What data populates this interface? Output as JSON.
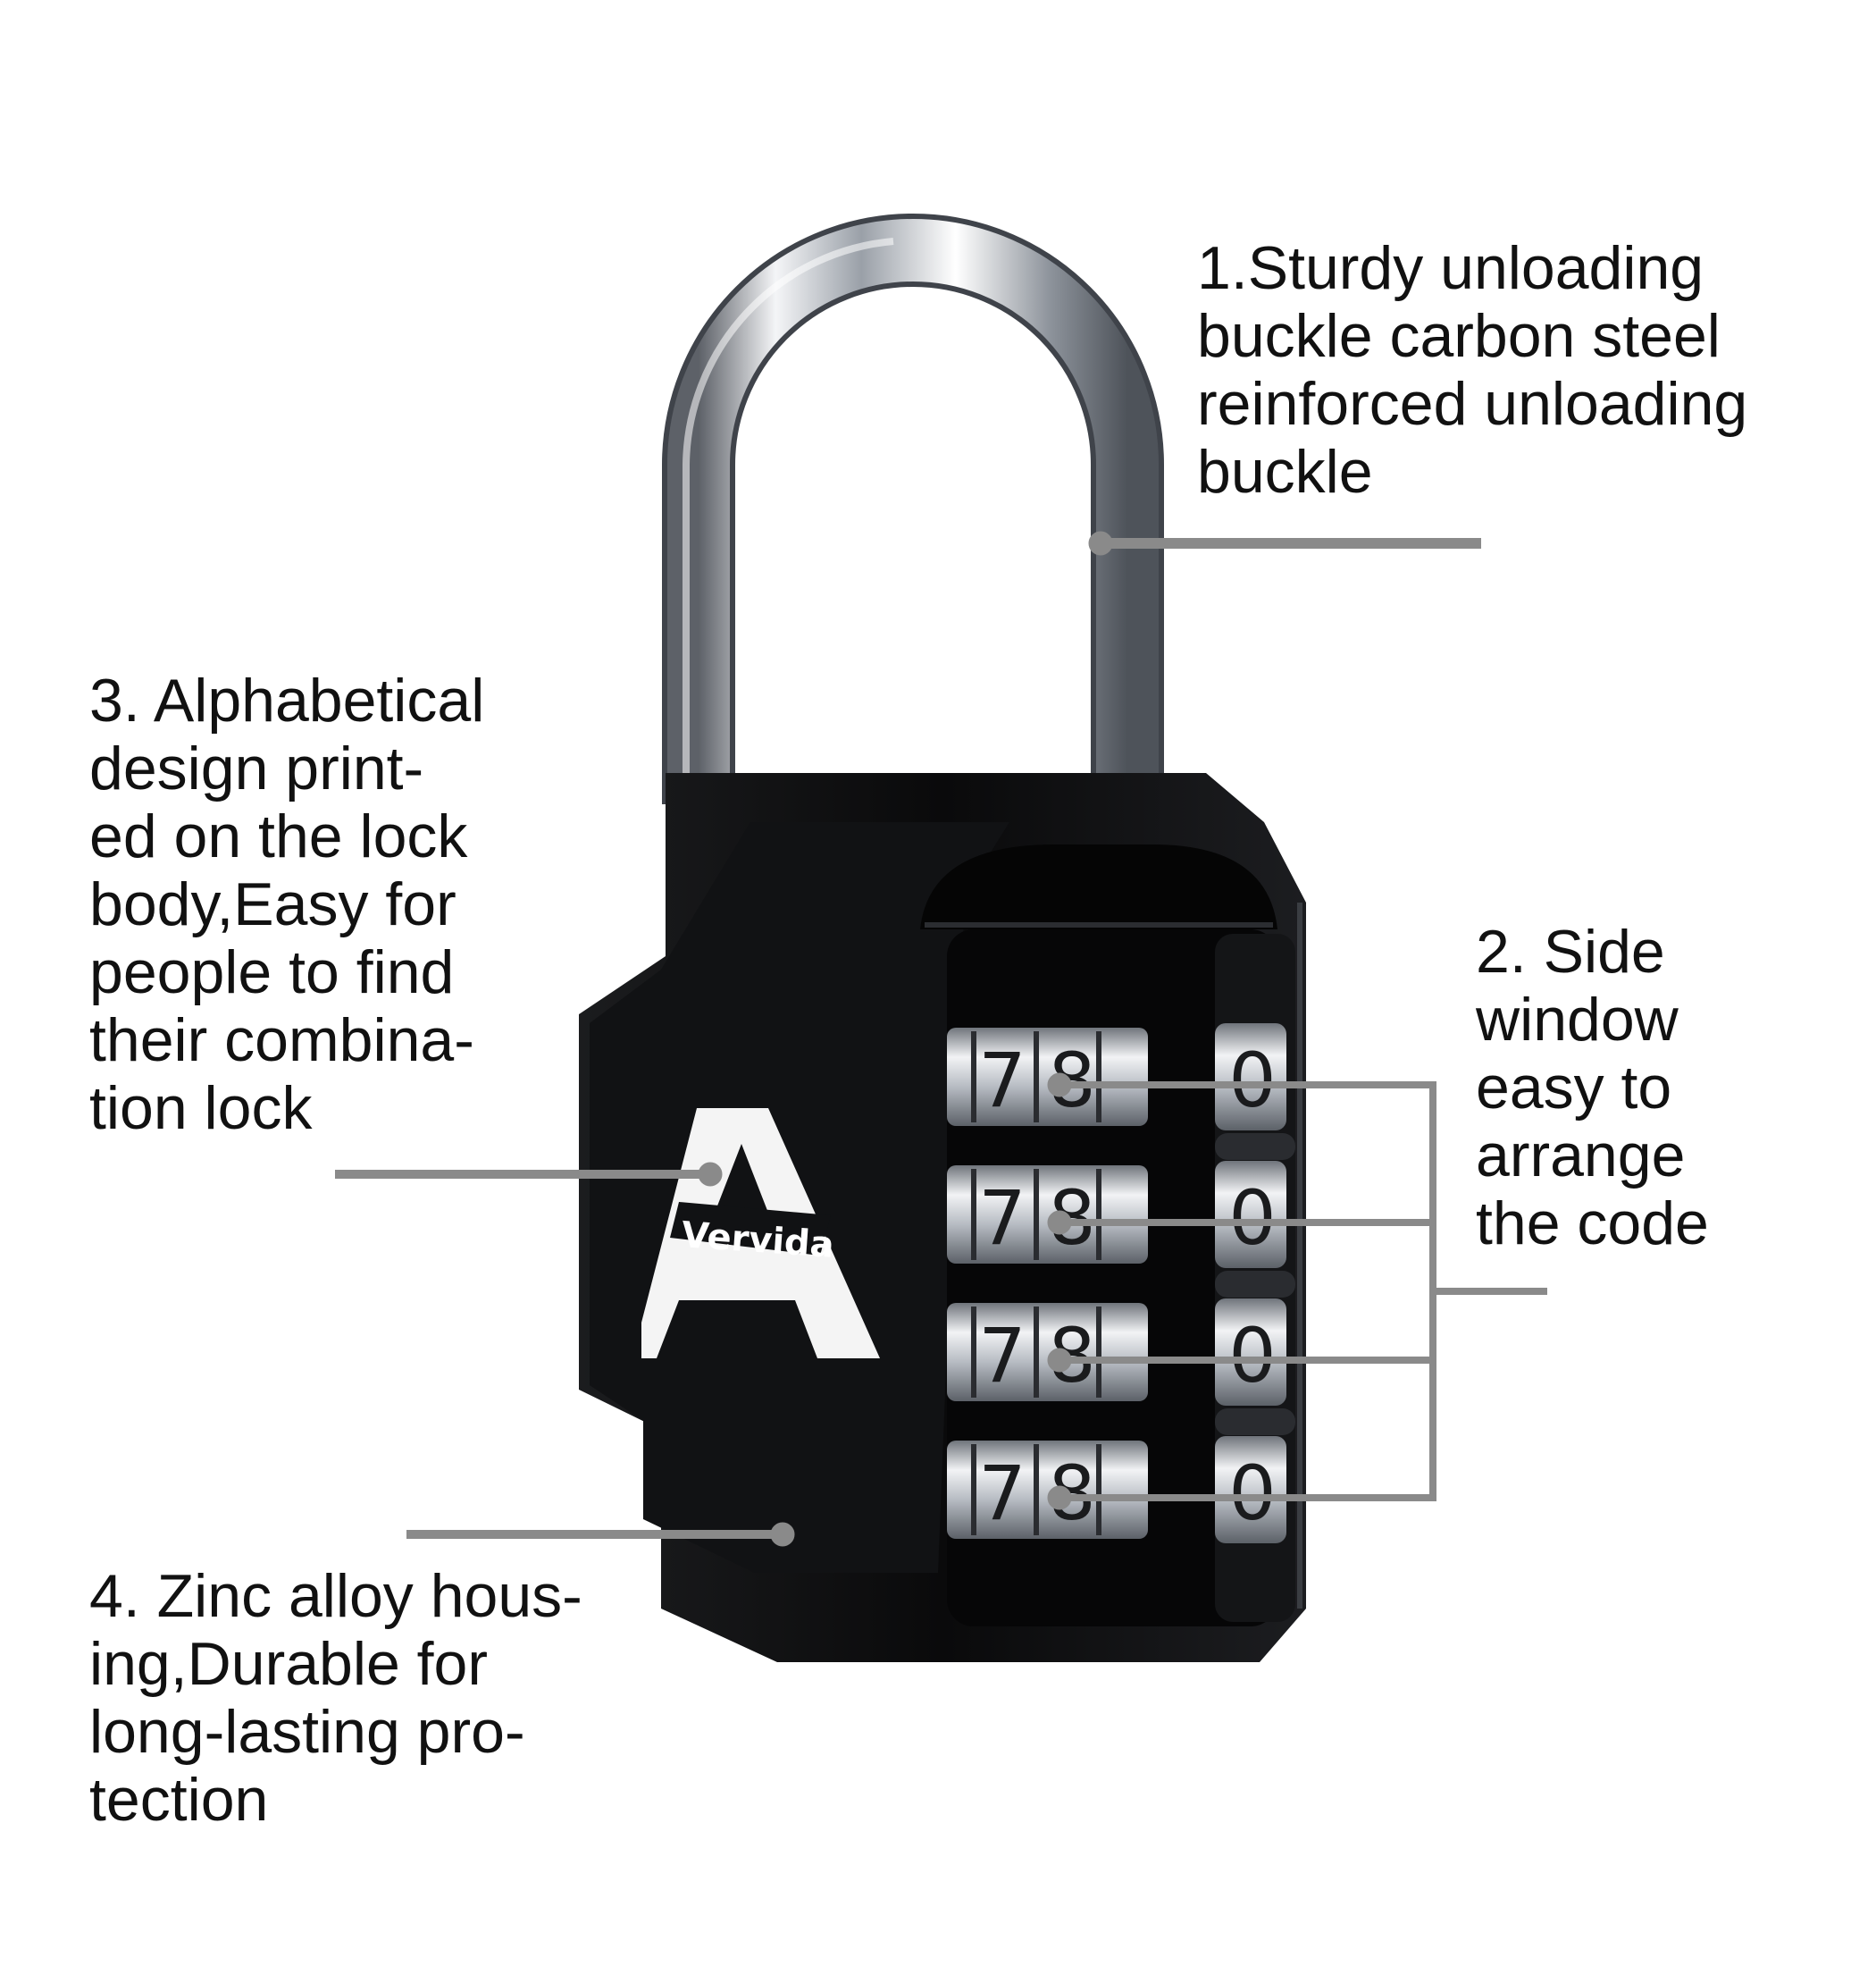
{
  "callouts": [
    {
      "id": "1",
      "lines": [
        "1.Sturdy unloading",
        "buckle carbon steel",
        "reinforced unloading",
        "buckle"
      ]
    },
    {
      "id": "2",
      "lines": [
        "2. Side",
        "window",
        "easy to",
        "arrange",
        "the code"
      ]
    },
    {
      "id": "3",
      "lines": [
        "3. Alphabetical",
        "design print-",
        "ed on the lock",
        "body,Easy for",
        "people to find",
        "their combina-",
        "tion lock"
      ]
    },
    {
      "id": "4",
      "lines": [
        "4. Zinc alloy hous-",
        "ing,Durable for",
        "long-lasting pro-",
        "tection"
      ]
    }
  ],
  "product": {
    "brand_letter": "A",
    "brand_name": "Vervida",
    "dial_digits": [
      "7",
      "8",
      "0"
    ],
    "dial_rows": 4
  },
  "colors": {
    "lock_body": "#0b0b0c",
    "shackle": "#c9ccd1",
    "leader_line": "#8a8a8a",
    "text": "#111111"
  }
}
